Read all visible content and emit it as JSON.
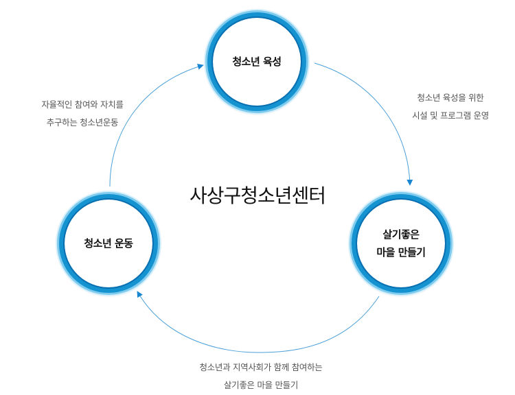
{
  "center_title": "사상구청소년센터",
  "nodes": {
    "top": {
      "label": "청소년 육성"
    },
    "right": {
      "label": "살기좋은\n마을 만들기"
    },
    "left": {
      "label": "청소년 운동"
    }
  },
  "captions": {
    "top_right": "청소년 육성을 위한\n시설 및 프로그램 운영",
    "bottom": "청소년과 지역사회가 함께 참여하는\n살기좋은 마을 만들기",
    "top_left": "자율적인 참여와 자치를\n추구하는 청소년운동"
  },
  "colors": {
    "ring": "#1592d0",
    "ring_glow": "#7fcbee",
    "connector": "#4a9fd8",
    "arrowhead": "#1a86d2"
  }
}
